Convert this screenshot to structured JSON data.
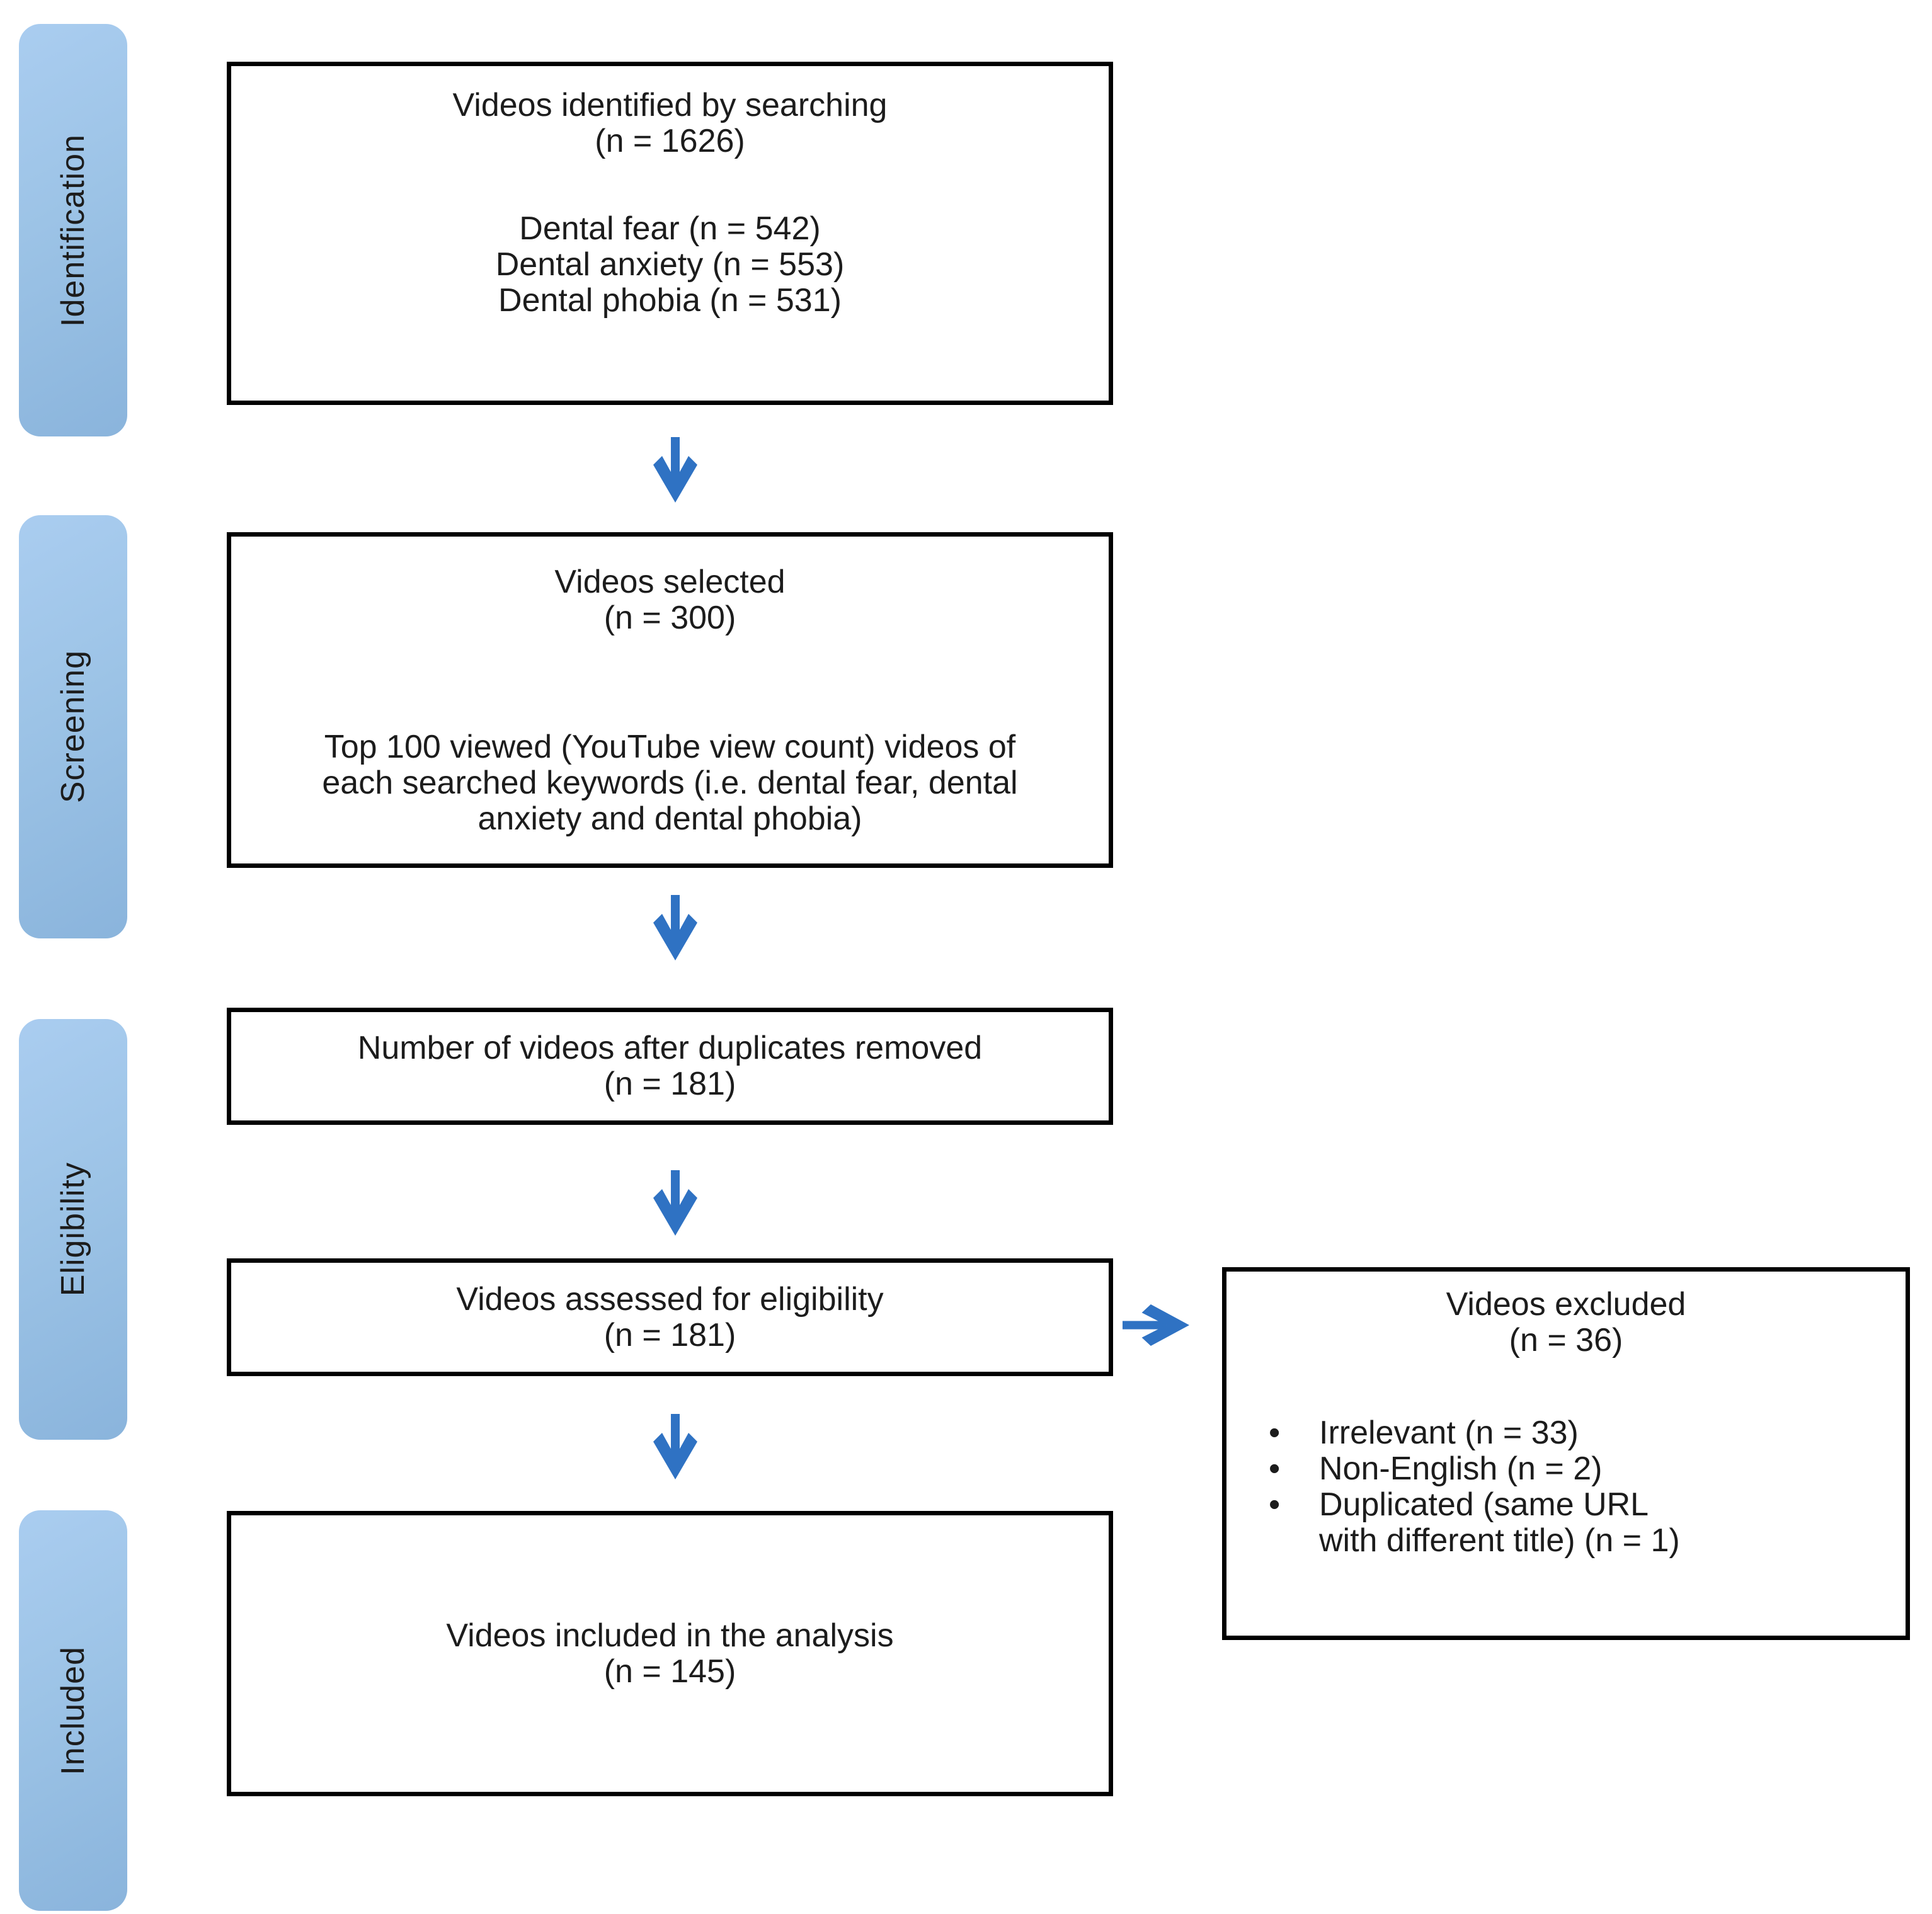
{
  "figure": {
    "stages": [
      {
        "label": "Identification"
      },
      {
        "label": "Screening"
      },
      {
        "label": "Eligibility"
      },
      {
        "label": "Included"
      }
    ],
    "boxes": {
      "identified": {
        "title": "Videos identified by searching",
        "count": "(n = 1626)",
        "keywords": [
          "Dental fear (n = 542)",
          "Dental anxiety (n = 553)",
          "Dental phobia (n = 531)"
        ]
      },
      "selected": {
        "title": "Videos selected",
        "count": "(n = 300)",
        "note": "Top 100 viewed (YouTube view count) videos of each searched keywords (i.e. dental fear, dental anxiety and dental phobia)"
      },
      "deduplicated": {
        "title": "Number of videos after duplicates removed",
        "count": "(n = 181)"
      },
      "assessed": {
        "title": "Videos assessed for eligibility",
        "count": "(n = 181)"
      },
      "included": {
        "title": "Videos included in the analysis",
        "count": "(n = 145)"
      },
      "excluded": {
        "title": "Videos excluded",
        "count": "(n = 36)",
        "reasons": [
          "Irrelevant (n = 33)",
          "Non-English (n = 2)",
          "Duplicated (same URL with different title) (n = 1)"
        ]
      }
    },
    "colors": {
      "stage_fill": "#9cc3e6",
      "stage_fill_dark": "#8ab4dc",
      "arrow": "#2f72c3",
      "box_border": "#000000",
      "text": "#1c1c1c",
      "background": "#ffffff"
    }
  }
}
